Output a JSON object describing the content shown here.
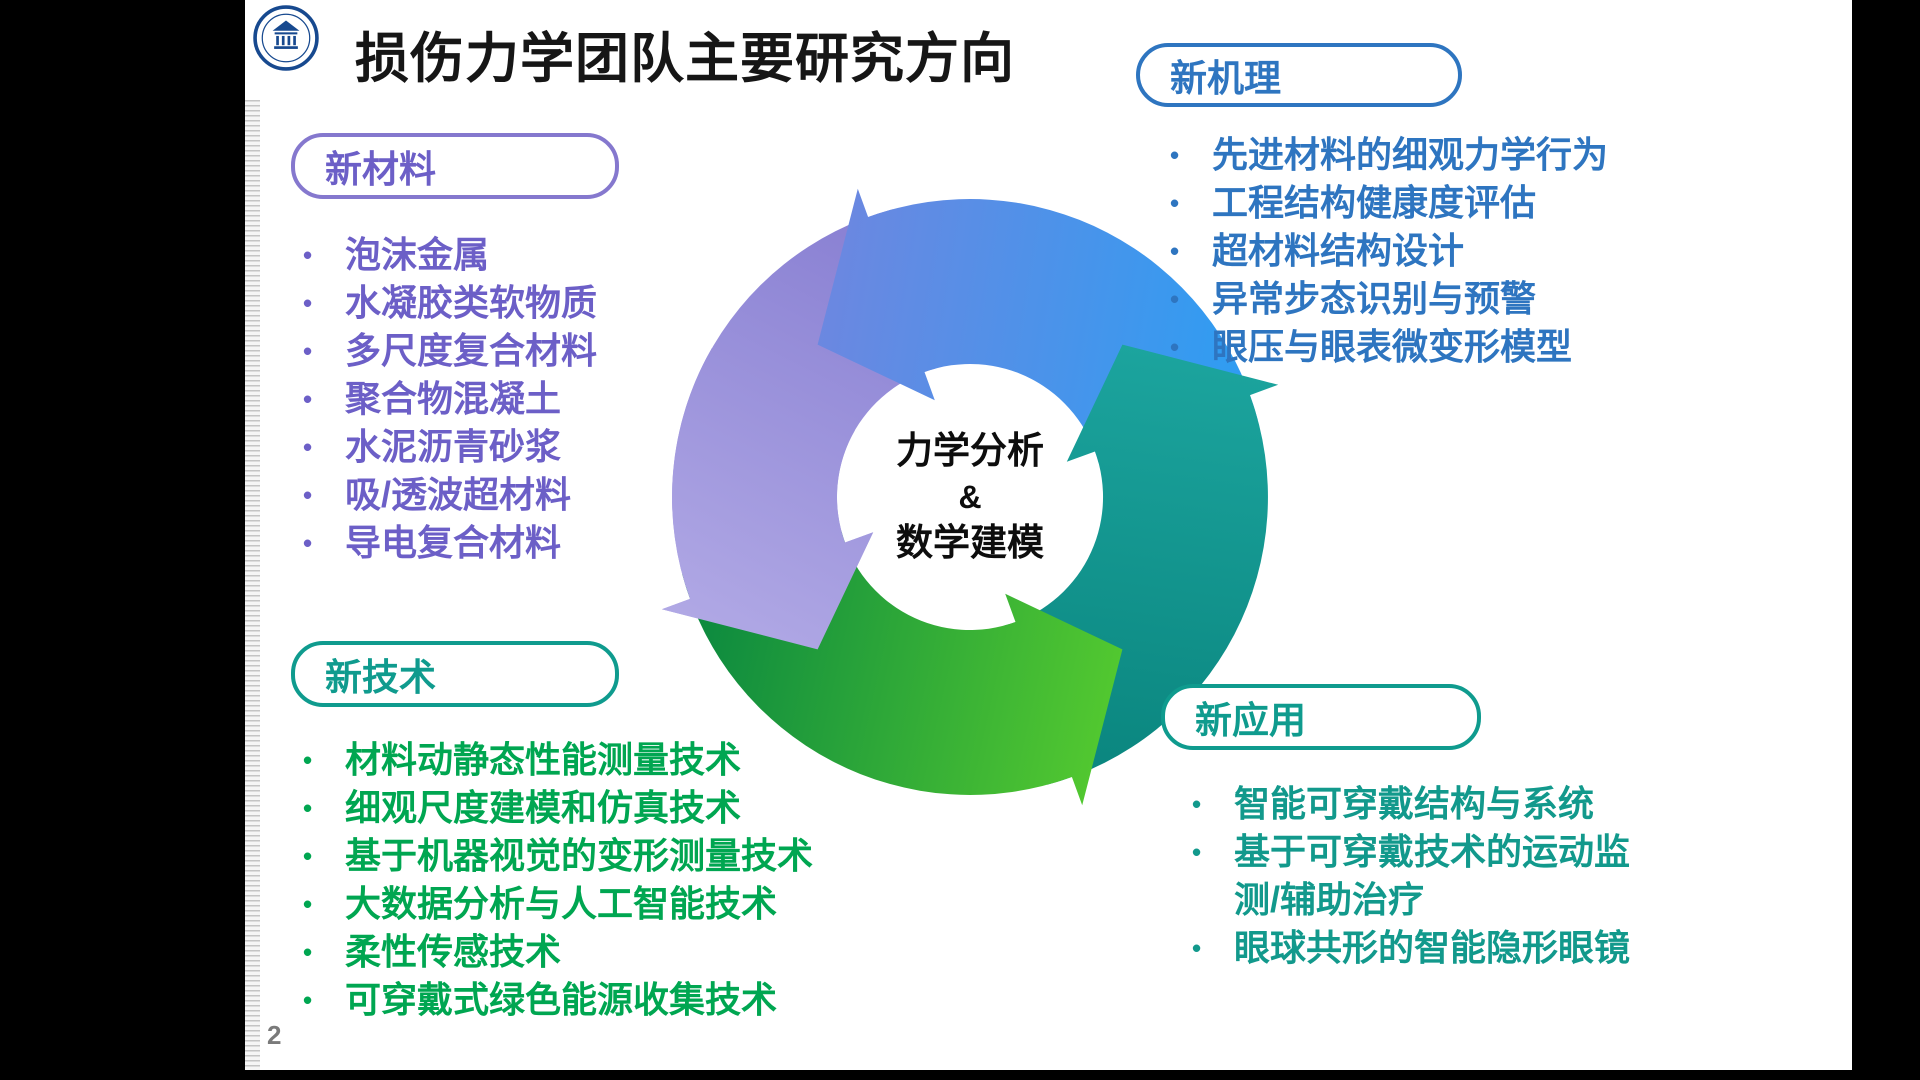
{
  "slide": {
    "title": "损伤力学团队主要研究方向",
    "page_number": "2"
  },
  "ui": {
    "bullet": "•"
  },
  "diagram": {
    "center_lines": [
      "力学分析",
      "&",
      "数学建模"
    ],
    "arrow_colors": {
      "blue": [
        "#2E9DF2",
        "#7B82DC"
      ],
      "teal": [
        "#1FAAA4",
        "#0B8780"
      ],
      "green": [
        "#0F8C3F",
        "#5BD02E"
      ],
      "purple": [
        "#837AD0",
        "#B7AFE8"
      ]
    }
  },
  "sections": {
    "materials": {
      "label": "新材料",
      "label_color": "#6C5FC7",
      "border_color": "#8578CE",
      "item_color": "#6C5FC7",
      "items": [
        "泡沫金属",
        "水凝胶类软物质",
        "多尺度复合材料",
        "聚合物混凝土",
        "水泥沥青砂浆",
        "吸/透波超材料",
        "导电复合材料"
      ]
    },
    "mechanisms": {
      "label": "新机理",
      "label_color": "#2E75C0",
      "border_color": "#2E75C0",
      "item_color": "#2E75C0",
      "items": [
        "先进材料的细观力学行为",
        "工程结构健康度评估",
        "超材料结构设计",
        "异常步态识别与预警",
        "眼压与眼表微变形模型"
      ]
    },
    "technologies": {
      "label": "新技术",
      "label_color": "#0F9B8E",
      "border_color": "#0F9B8E",
      "item_color": "#00A651",
      "items": [
        "材料动静态性能测量技术",
        "细观尺度建模和仿真技术",
        "基于机器视觉的变形测量技术",
        "大数据分析与人工智能技术",
        "柔性传感技术",
        "可穿戴式绿色能源收集技术"
      ]
    },
    "applications": {
      "label": "新应用",
      "label_color": "#0F9B8E",
      "border_color": "#0F9B8E",
      "item_color": "#12998C",
      "items": [
        "智能可穿戴结构与系统",
        "基于可穿戴技术的运动监测/辅助治疗",
        "眼球共形的智能隐形眼镜"
      ]
    }
  }
}
